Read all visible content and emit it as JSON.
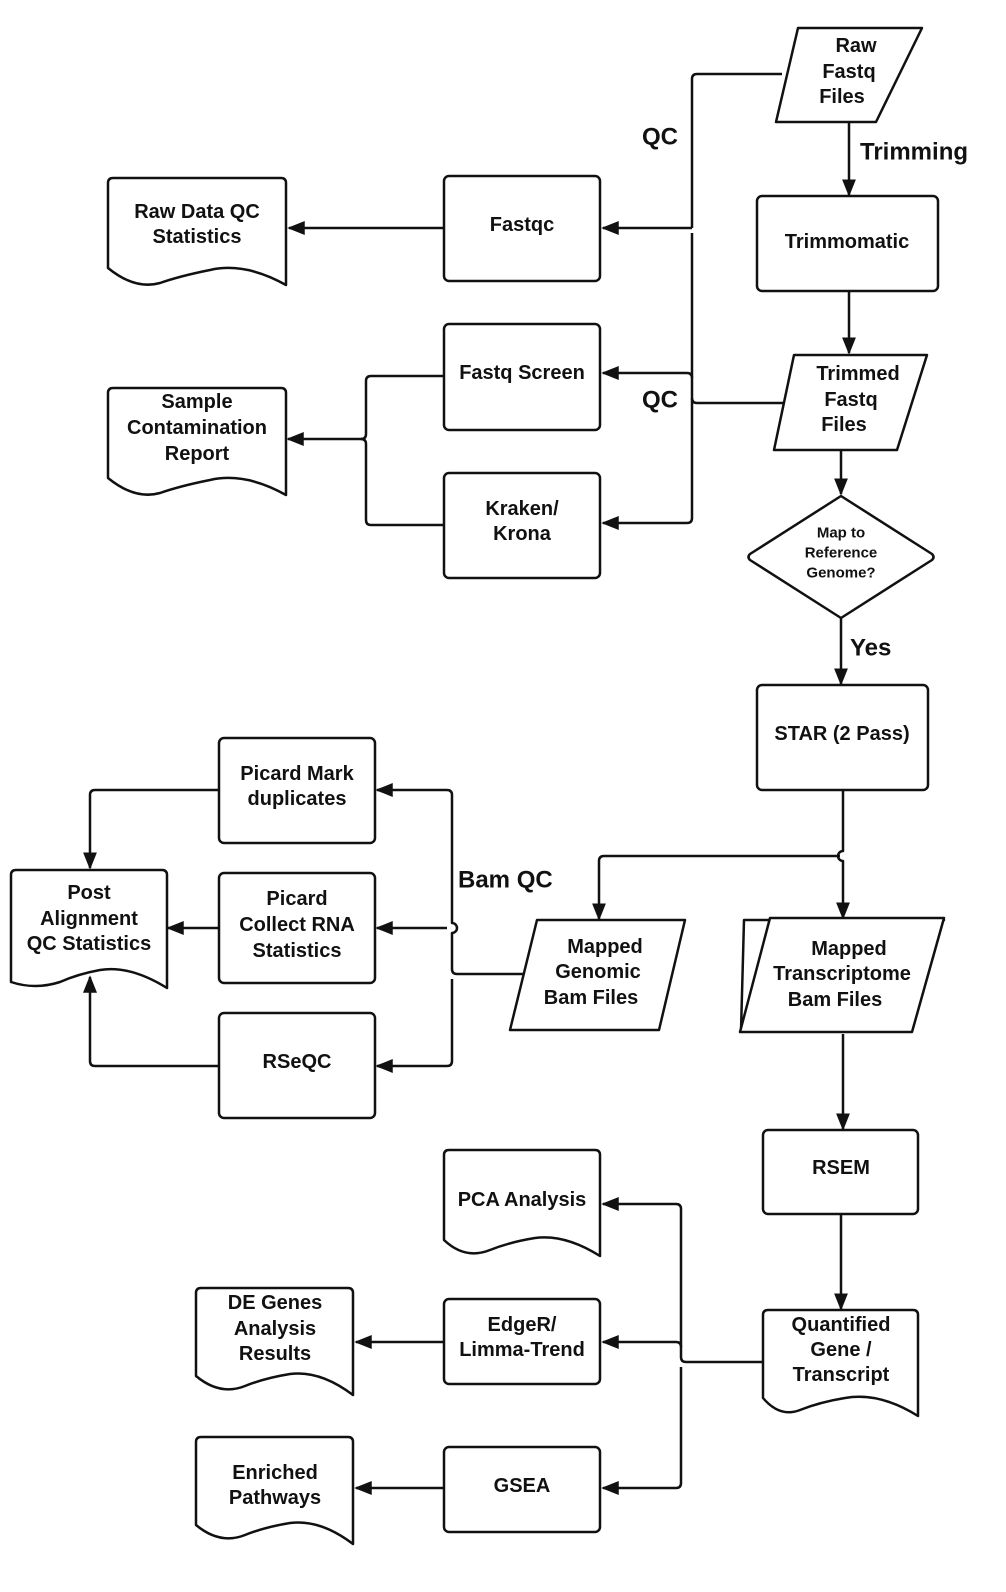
{
  "diagram": {
    "colors": {
      "stroke": "#111111",
      "fill": "#ffffff",
      "text": "#111111"
    },
    "nodes": {
      "raw_fastq": {
        "type": "data",
        "lines": [
          "Raw",
          "Fastq",
          "Files"
        ]
      },
      "trimmomatic": {
        "type": "process",
        "lines": [
          "Trimmomatic"
        ]
      },
      "trimmed_fastq": {
        "type": "data",
        "lines": [
          "Trimmed",
          "Fastq",
          "Files"
        ]
      },
      "fastqc": {
        "type": "process",
        "lines": [
          "Fastqc"
        ]
      },
      "raw_qc_stats": {
        "type": "document",
        "lines": [
          "Raw Data QC",
          "Statistics"
        ]
      },
      "fastq_screen": {
        "type": "process",
        "lines": [
          "Fastq Screen"
        ]
      },
      "kraken": {
        "type": "process",
        "lines": [
          "Kraken/",
          "Krona"
        ]
      },
      "contamination": {
        "type": "document",
        "lines": [
          "Sample",
          "Contamination",
          "Report"
        ]
      },
      "map_decision": {
        "type": "decision",
        "lines": [
          "Map to",
          "Reference",
          "Genome?"
        ]
      },
      "star": {
        "type": "process",
        "lines": [
          "STAR (2 Pass)"
        ]
      },
      "genomic_bam": {
        "type": "data",
        "lines": [
          "Mapped",
          "Genomic",
          "Bam Files"
        ]
      },
      "transcriptome_bam": {
        "type": "data",
        "lines": [
          "Mapped",
          "Transcriptome",
          "Bam Files"
        ]
      },
      "picard_mark": {
        "type": "process",
        "lines": [
          "Picard Mark",
          "duplicates"
        ]
      },
      "picard_rna": {
        "type": "process",
        "lines": [
          "Picard",
          "Collect RNA",
          "Statistics"
        ]
      },
      "rseqc": {
        "type": "process",
        "lines": [
          "RSeQC"
        ]
      },
      "post_align": {
        "type": "document",
        "lines": [
          "Post",
          "Alignment",
          "QC Statistics"
        ]
      },
      "rsem": {
        "type": "process",
        "lines": [
          "RSEM"
        ]
      },
      "quantified": {
        "type": "document",
        "lines": [
          "Quantified",
          "Gene /",
          "Transcript"
        ]
      },
      "pca": {
        "type": "document",
        "lines": [
          "PCA Analysis"
        ]
      },
      "edger": {
        "type": "process",
        "lines": [
          "EdgeR/",
          "Limma-Trend"
        ]
      },
      "de_genes": {
        "type": "document",
        "lines": [
          "DE Genes",
          "Analysis",
          "Results"
        ]
      },
      "gsea": {
        "type": "process",
        "lines": [
          "GSEA"
        ]
      },
      "enriched": {
        "type": "document",
        "lines": [
          "Enriched",
          "Pathways"
        ]
      }
    },
    "edge_labels": {
      "qc_raw": "QC",
      "trimming": "Trimming",
      "qc_trimmed": "QC",
      "yes": "Yes",
      "bam_qc": "Bam QC"
    }
  }
}
